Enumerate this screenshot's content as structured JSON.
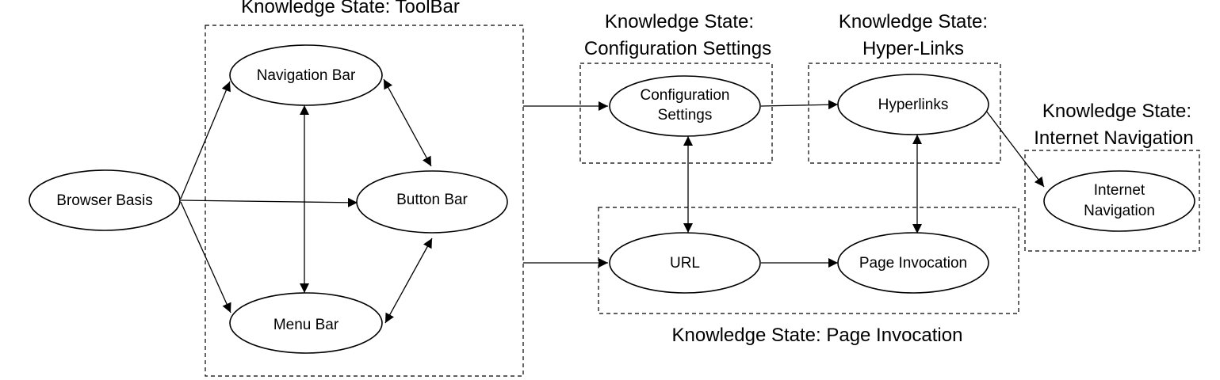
{
  "groups": {
    "toolbar": {
      "title": "Knowledge State: ToolBar"
    },
    "config": {
      "title_line1": "Knowledge State:",
      "title_line2": "Configuration Settings"
    },
    "hyperlinks": {
      "title_line1": "Knowledge State:",
      "title_line2": "Hyper-Links"
    },
    "internet": {
      "title_line1": "Knowledge State:",
      "title_line2": "Internet Navigation"
    },
    "page_invocation": {
      "title": "Knowledge State: Page Invocation"
    }
  },
  "nodes": {
    "browser_basis": "Browser Basis",
    "navigation_bar": "Navigation Bar",
    "button_bar": "Button Bar",
    "menu_bar": "Menu Bar",
    "configuration_settings_line1": "Configuration",
    "configuration_settings_line2": "Settings",
    "hyperlinks": "Hyperlinks",
    "url": "URL",
    "page_invocation": "Page Invocation",
    "internet_navigation_line1": "Internet",
    "internet_navigation_line2": "Navigation"
  },
  "colors": {
    "stroke": "#000000",
    "background": "#ffffff"
  }
}
